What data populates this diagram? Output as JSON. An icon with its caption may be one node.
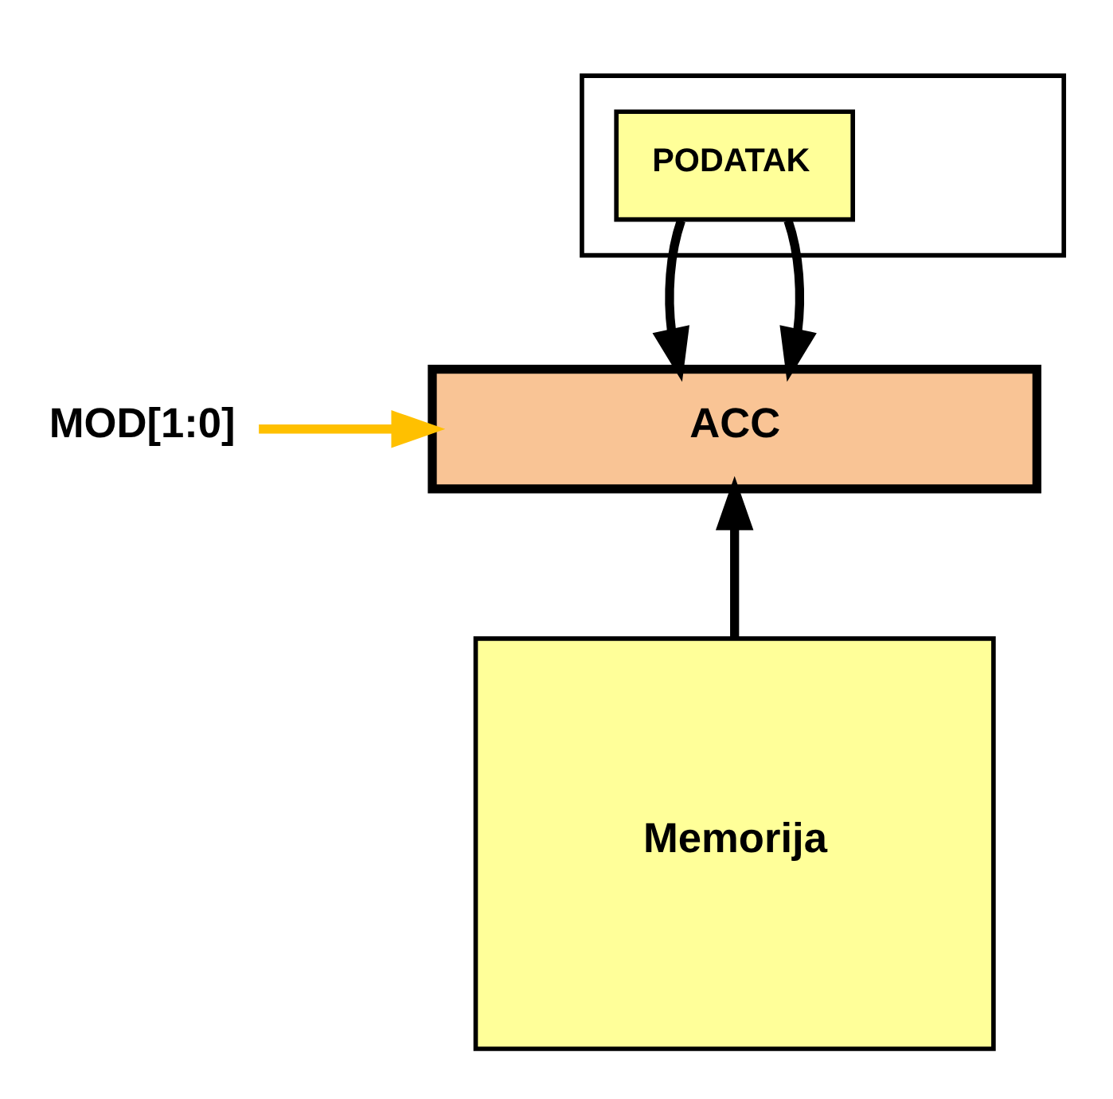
{
  "diagram": {
    "nodes": [
      {
        "text": [],
        "shape": "box"
      },
      {
        "text": [
          "PODATAK"
        ],
        "in": 0
      },
      {
        "text": [
          "ACC"
        ]
      },
      {
        "text": [
          "MOD[1:0]"
        ]
      },
      {
        "text": [
          "Memorija"
        ]
      }
    ],
    "edges": [
      {
        "from": 1,
        "to": 2,
        "arrow": "to"
      },
      {
        "from": 1,
        "to": 2,
        "arrow": "to"
      },
      {
        "from": 3,
        "to": 2,
        "arrow": "to",
        "color": "#ffc000"
      },
      {
        "from": 4,
        "to": 2,
        "arrow": "to"
      }
    ]
  }
}
